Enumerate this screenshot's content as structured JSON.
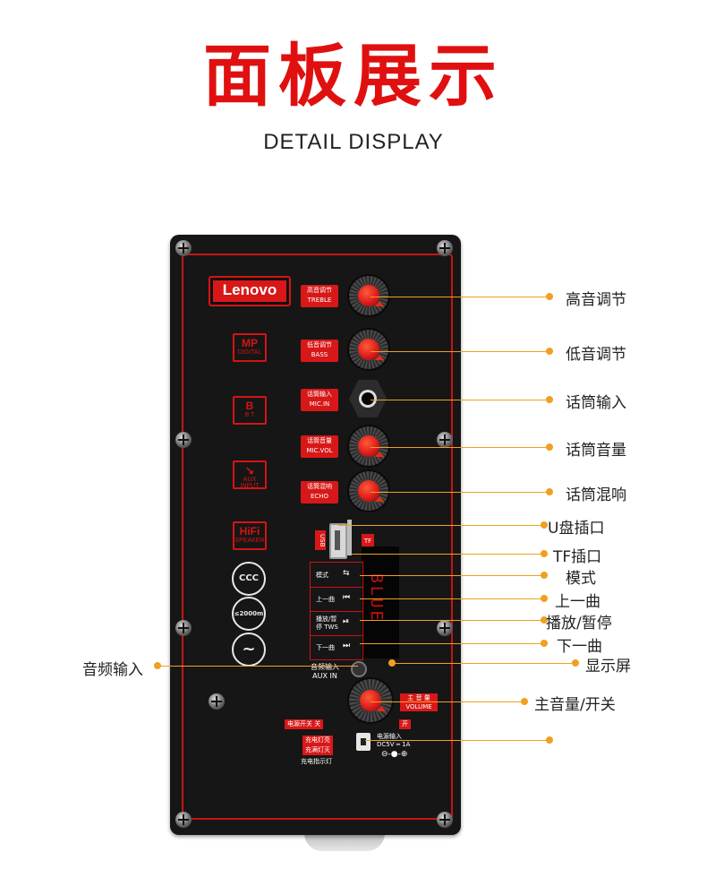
{
  "header": {
    "title": "面板展示",
    "subtitle": "DETAIL DISPLAY"
  },
  "panel": {
    "brand": "Lenovo",
    "side_icons": [
      {
        "name": "mp3-icon",
        "big": "MP",
        "small": "DIGITAL"
      },
      {
        "name": "bluetooth-icon",
        "big": "B",
        "small": "B T"
      },
      {
        "name": "aux-input-icon",
        "big": "↘",
        "small": "AUX INPUT"
      },
      {
        "name": "hifi-icon",
        "big": "HiFi",
        "small": "SPEAKER"
      }
    ],
    "certs": [
      {
        "name": "ccc-icon",
        "text": "CCC"
      },
      {
        "name": "altitude-icon",
        "text": "≤2000m"
      },
      {
        "name": "climate-icon",
        "text": "~"
      }
    ],
    "controls": {
      "treble": {
        "line1": "高音调节",
        "line2": "TREBLE"
      },
      "bass": {
        "line1": "低音调节",
        "line2": "BASS"
      },
      "mic_in": {
        "line1": "话筒输入",
        "line2": "MIC.IN"
      },
      "mic_vol": {
        "line1": "话筒音量",
        "line2": "MIC.VOL"
      },
      "echo": {
        "line1": "话筒混响",
        "line2": "ECHO"
      },
      "usb": "USB",
      "tf": "TF",
      "display_text": "BLUE",
      "buttons": [
        {
          "label": "模式",
          "symbol": "⇆"
        },
        {
          "label": "上一曲",
          "symbol": "⏮"
        },
        {
          "label": "播放/暂停 TWS",
          "symbol": "⏯"
        },
        {
          "label": "下一曲",
          "symbol": "⏭"
        }
      ],
      "aux": {
        "line1": "音频输入",
        "line2": "AUX IN"
      },
      "volume": {
        "line1": "主 音 量",
        "line2": "VOLUME"
      },
      "power_switch": "电源开关 关",
      "power_on": "开",
      "charge_label": {
        "line1": "充电灯亮",
        "line2": "充满灯灭"
      },
      "charge_indicator": "充电指示灯",
      "power_input": {
        "line1": "电源输入",
        "line2": "DC5V ═ 1A"
      }
    }
  },
  "callouts": {
    "treble": "高音调节",
    "bass": "低音调节",
    "mic_in": "话筒输入",
    "mic_vol": "话筒音量",
    "echo": "话筒混响",
    "usb": "U盘插口",
    "tf": "TF插口",
    "mode": "模式",
    "prev": "上一曲",
    "play": "播放/暂停",
    "next": "下一曲",
    "display": "显示屏",
    "aux": "音频输入",
    "volume": "主音量/开关"
  },
  "colors": {
    "accent": "#e01010",
    "leader": "#f0a020",
    "panel": "#161616"
  }
}
